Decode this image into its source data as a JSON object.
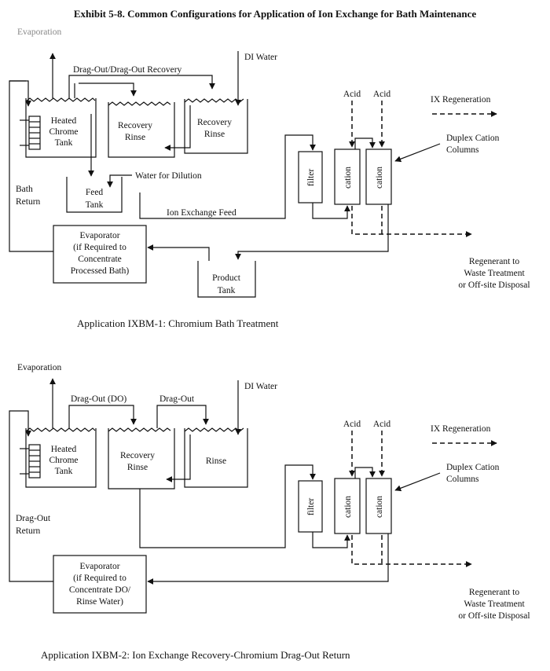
{
  "title": "Exhibit 5-8. Common Configurations for Application of Ion Exchange for Bath Maintenance",
  "top_cut_label": "Evaporation",
  "diagram1": {
    "caption": "Application IXBM-1:  Chromium Bath Treatment",
    "flow_dragout": "Drag-Out/Drag-Out Recovery",
    "di_water": "DI Water",
    "heated_tank": [
      "Heated",
      "Chrome",
      "Tank"
    ],
    "recovery_rinse_1": [
      "Recovery",
      "Rinse"
    ],
    "recovery_rinse_2": [
      "Recovery",
      "Rinse"
    ],
    "water_dilution": "Water for Dilution",
    "feed_tank": [
      "Feed",
      "Tank"
    ],
    "bath_return": [
      "Bath",
      "Return"
    ],
    "ix_feed": "Ion Exchange Feed",
    "filter": "filter",
    "cation_1": "cation",
    "cation_2": "cation",
    "acid_1": "Acid",
    "acid_2": "Acid",
    "ix_regeneration": "IX Regeneration",
    "duplex": [
      "Duplex Cation",
      "Columns"
    ],
    "evaporator": [
      "Evaporator",
      "(if Required to",
      "Concentrate",
      "Processed Bath)"
    ],
    "product_tank": [
      "Product",
      "Tank"
    ],
    "regenerant": [
      "Regenerant to",
      "Waste Treatment",
      "or Off-site Disposal"
    ]
  },
  "diagram2": {
    "caption": "Application IXBM-2:  Ion Exchange Recovery-Chromium Drag-Out Return",
    "evaporation": "Evaporation",
    "flow_do": "Drag-Out (DO)",
    "flow_dragout": "Drag-Out",
    "di_water": "DI Water",
    "heated_tank": [
      "Heated",
      "Chrome",
      "Tank"
    ],
    "recovery_rinse": [
      "Recovery",
      "Rinse"
    ],
    "rinse": "Rinse",
    "dragout_return": [
      "Drag-Out",
      "Return"
    ],
    "filter": "filter",
    "cation_1": "cation",
    "cation_2": "cation",
    "acid_1": "Acid",
    "acid_2": "Acid",
    "ix_regeneration": "IX Regeneration",
    "duplex": [
      "Duplex Cation",
      "Columns"
    ],
    "evaporator": [
      "Evaporator",
      "(if Required to",
      "Concentrate DO/",
      "Rinse Water)"
    ],
    "regenerant": [
      "Regenerant to",
      "Waste Treatment",
      "or Off-site Disposal"
    ]
  }
}
